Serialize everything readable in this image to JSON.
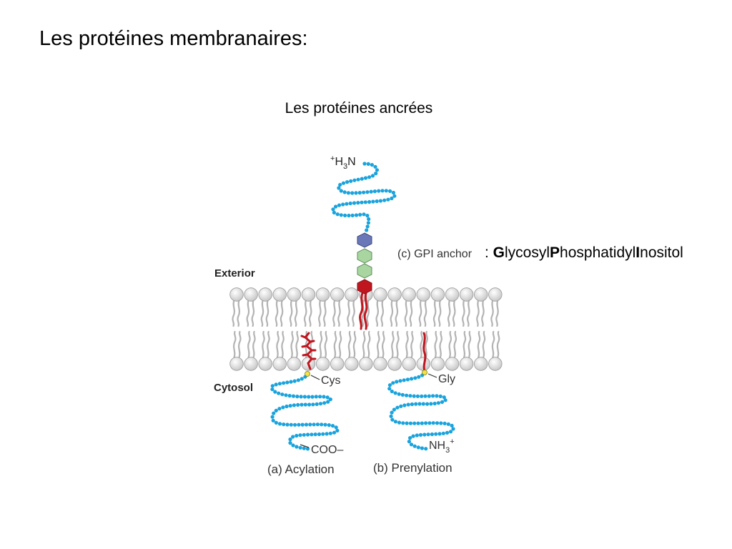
{
  "slide": {
    "title": "Les protéines membranaires:",
    "subtitle": "Les protéines ancrées"
  },
  "diagram": {
    "exterior_label": "Exterior",
    "cytosol_label": "Cytosol",
    "gpi_label": "(c) GPI anchor",
    "gpi_definition": {
      "prefix": ": ",
      "parts": [
        {
          "bold": "G",
          "rest": "lycosyl"
        },
        {
          "bold": "P",
          "rest": "hosphatidyl"
        },
        {
          "bold": "I",
          "rest": "nositol"
        }
      ]
    },
    "n_terminus_top": {
      "sup": "+",
      "main": "H",
      "sub": "3",
      "tail": "N"
    },
    "cys_label": "Cys",
    "gly_label": "Gly",
    "coo_label": "COO–",
    "nh3_label": {
      "main": "NH",
      "sub": "3",
      "sup": "+"
    },
    "caption_a": "(a) Acylation",
    "caption_b": "(b) Prenylation",
    "colors": {
      "chain": "#1aa3dc",
      "lipid_anchor": "#c0161f",
      "sugar_blue": "#6a78b8",
      "sugar_green": "#a8d5a0",
      "head_group": "#d9d9d9",
      "tail": "#b3b3b3",
      "junction": "#f2e24a"
    }
  }
}
